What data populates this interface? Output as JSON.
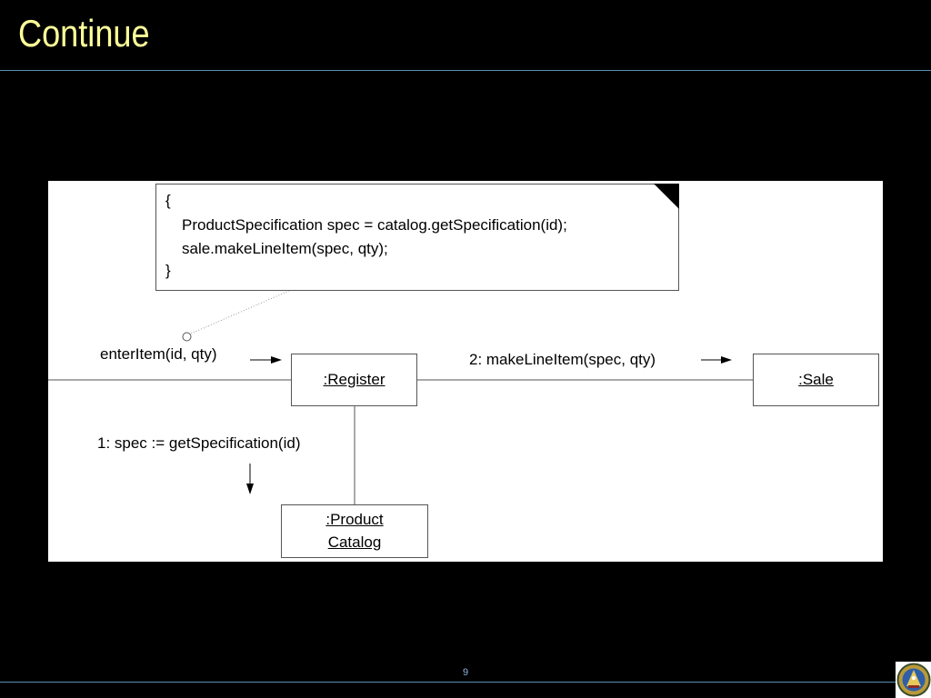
{
  "slide": {
    "title": "Continue",
    "page_number": "9",
    "colors": {
      "background": "#000000",
      "title": "#ffff99",
      "rule": "#5a8fb0",
      "page_number": "#8fb4e0",
      "diagram_background": "#ffffff"
    },
    "logo": "university-seal-icon"
  },
  "diagram": {
    "note": {
      "lines": [
        "{",
        "ProductSpecification spec = catalog.getSpecification(id);",
        "sale.makeLineItem(spec, qty);",
        "}"
      ]
    },
    "objects": {
      "register": ":Register",
      "sale": ":Sale",
      "catalog_line1": ":Product",
      "catalog_line2": "Catalog"
    },
    "messages": {
      "enter_item": "enterItem(id, qty)",
      "make_line_item": "2: makeLineItem(spec, qty)",
      "get_specification": "1: spec := getSpecification(id)"
    }
  }
}
